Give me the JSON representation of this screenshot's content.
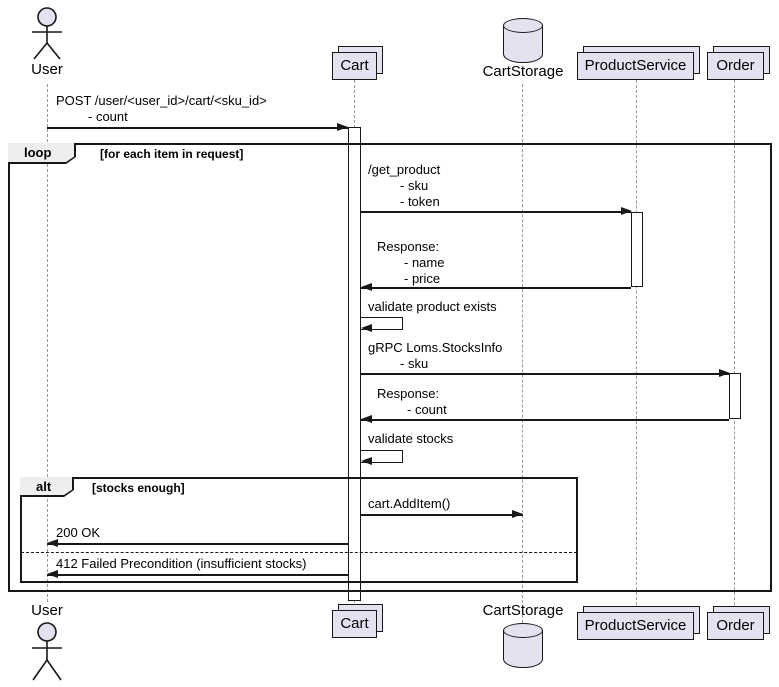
{
  "diagram_type": "uml-sequence-diagram",
  "colors": {
    "participant_fill": "#E2E2F0",
    "border": "#181818",
    "lifeline": "#9A9A9A",
    "frame_label_fill": "#EEEEEE",
    "background": "#FFFFFF"
  },
  "participants": {
    "user": {
      "label": "User",
      "type": "actor"
    },
    "cart": {
      "label": "Cart",
      "type": "collections"
    },
    "cart_storage": {
      "label": "CartStorage",
      "type": "database"
    },
    "product_service": {
      "label": "ProductService",
      "type": "collections"
    },
    "order": {
      "label": "Order",
      "type": "collections"
    }
  },
  "frames": {
    "loop": {
      "keyword": "loop",
      "condition": "[for each item in request]"
    },
    "alt": {
      "keyword": "alt",
      "condition": "[stocks enough]"
    }
  },
  "messages": {
    "post_cart": {
      "from": "user",
      "to": "cart",
      "line1": "POST /user/<user_id>/cart/<sku_id>",
      "line2": "- count"
    },
    "get_product": {
      "from": "cart",
      "to": "product_service",
      "line1": "/get_product",
      "line2": "- sku",
      "line3": "- token"
    },
    "product_response": {
      "from": "product_service",
      "to": "cart",
      "line1": "Response:",
      "line2": "- name",
      "line3": "- price"
    },
    "validate_product": {
      "from": "cart",
      "to": "cart",
      "line1": "validate product exists"
    },
    "stocks_info": {
      "from": "cart",
      "to": "order",
      "line1": "gRPC Loms.StocksInfo",
      "line2": "- sku"
    },
    "stocks_response": {
      "from": "order",
      "to": "cart",
      "line1": "Response:",
      "line2": "- count"
    },
    "validate_stocks": {
      "from": "cart",
      "to": "cart",
      "line1": "validate stocks"
    },
    "add_item": {
      "from": "cart",
      "to": "cart_storage",
      "line1": "cart.AddItem()"
    },
    "ok": {
      "from": "cart",
      "to": "user",
      "line1": "200 OK"
    },
    "failed": {
      "from": "cart",
      "to": "user",
      "line1": "412 Failed Precondition (insufficient stocks)"
    }
  }
}
